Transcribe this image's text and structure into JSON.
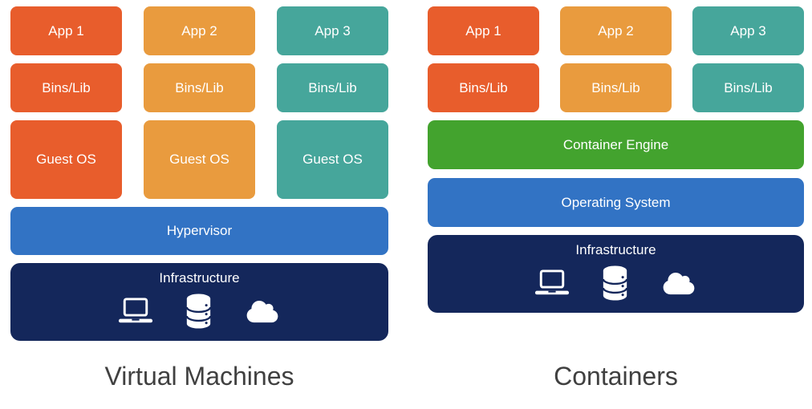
{
  "vm": {
    "title": "Virtual Machines",
    "apps": [
      "App 1",
      "App 2",
      "App 3"
    ],
    "bins": [
      "Bins/Lib",
      "Bins/Lib",
      "Bins/Lib"
    ],
    "guest_os": [
      "Guest OS",
      "Guest OS",
      "Guest OS"
    ],
    "hypervisor": "Hypervisor",
    "infrastructure": "Infrastructure"
  },
  "containers": {
    "title": "Containers",
    "apps": [
      "App 1",
      "App 2",
      "App 3"
    ],
    "bins": [
      "Bins/Lib",
      "Bins/Lib",
      "Bins/Lib"
    ],
    "engine": "Container Engine",
    "os": "Operating System",
    "infrastructure": "Infrastructure"
  },
  "icons": {
    "infrastructure": [
      "laptop-icon",
      "database-icon",
      "cloud-icon"
    ]
  },
  "colors": {
    "column1_red": "#E85D2C",
    "column2_orange": "#E99B3E",
    "column3_teal": "#46A69B",
    "hypervisor_os_blue": "#3273C4",
    "container_engine_green": "#43A32E",
    "infrastructure_navy": "#14275B",
    "title_gray": "#404040",
    "box_text": "#FFFFFF"
  }
}
